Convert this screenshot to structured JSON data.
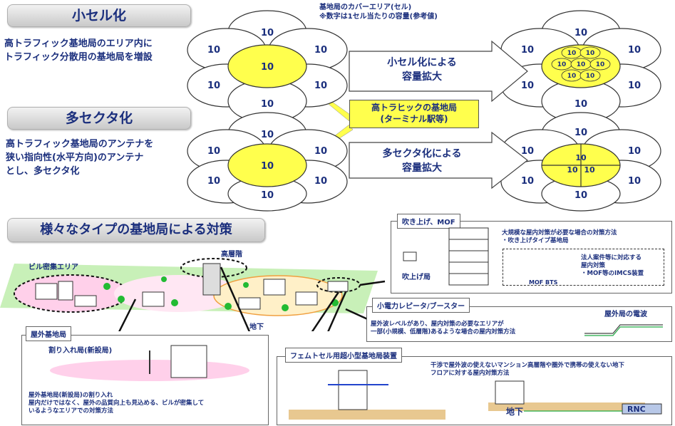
{
  "section1": {
    "title": "小セル化",
    "desc": "高トラフィック基地局のエリア内に\nトラフィック分散用の基地局を増設",
    "callout": "基地局のカバーエリア(セル)\n※数字は1セル当たりの容量(参考値)",
    "arrow_text": "小セル化による\n容量拡大",
    "cell_value": "10"
  },
  "center_box": "高トラヒックの基地局\n(ターミナル駅等)",
  "section2": {
    "title": "多セクタ化",
    "desc": "高トラフィック基地局のアンテナを\n狭い指向性(水平方向)のアンテナ\nとし、多セクタ化",
    "arrow_text": "多セクタ化による\n容量拡大"
  },
  "section3": {
    "title": "様々なタイプの基地局による対策",
    "building_area": "ビル密集エリア",
    "high_floor": "高層階",
    "underground": "地下",
    "outdoor": {
      "label": "屋外基地局",
      "cut_in": "割り入れ局(新設局)",
      "text": "屋外基地局(新設局)の割り入れ\n屋内だけではなく、屋外の品質向上も見込める、ビルが密集して\nいるようなエリアでの対策方法"
    },
    "mof": {
      "label": "吹き上げ、MOF",
      "text1": "大規模な屋内対策が必要な場合の対策方法\n・吹き上げタイプ基地局",
      "text2": "法人案件等に対応する\n屋内対策\n・MOF等のIMCS装置",
      "station": "吹上げ局",
      "mof_bts": "MOF BTS"
    },
    "repeater": {
      "label": "小電力レピータ/ブースター",
      "text": "屋外波レベルがあり、屋内対策の必要なエリアが\n一部(小規模、低層階)あるような場合の屋内対策方法",
      "radio": "屋外局の電波"
    },
    "femto": {
      "label": "フェムトセル用超小型基地局装置",
      "text": "干渉で屋外波の使えないマンション高層階や圏外で携帯の使えない地下\nフロアに対する屋内対策方法",
      "underground": "地下",
      "rnc": "RNC"
    }
  },
  "colors": {
    "yellow": "#ffff4d",
    "navy": "#1b2f7d",
    "green": "#c8f0b8",
    "pink": "#ffd0ea"
  }
}
